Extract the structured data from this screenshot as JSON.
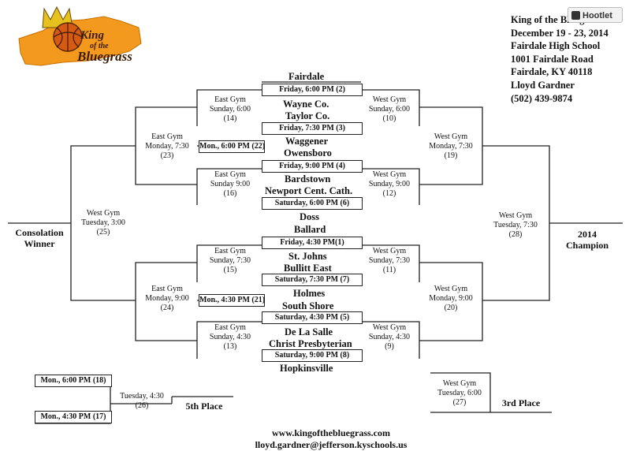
{
  "tournament": {
    "logo_text_line1": "King",
    "logo_text_line2": "of the",
    "logo_text_line3": "Bluegrass",
    "info_lines": [
      "King of the Bluegrass",
      "December 19 - 23, 2014",
      "Fairdale High School",
      "1001 Fairdale Road",
      "Fairdale, KY 40118",
      "Lloyd Gardner",
      "(502) 439-9874"
    ],
    "hootlet": "Hootlet"
  },
  "teams": {
    "fairdale": "Fairdale",
    "wayne": "Wayne Co.",
    "taylor": "Taylor Co.",
    "waggener": "Waggener",
    "owensboro": "Owensboro",
    "bardstown": "Bardstown",
    "newport": "Newport Cent. Cath.",
    "doss": "Doss",
    "ballard": "Ballard",
    "stjohns": "St. Johns",
    "bullitt": "Bullitt East",
    "holmes": "Holmes",
    "southshore": "South Shore",
    "delasalle": "De La Salle",
    "christ": "Christ Presbyterian",
    "hopkinsville": "Hopkinsville"
  },
  "slots": {
    "g2": "Friday, 6:00 PM (2)",
    "g3": "Friday, 7:30 PM (3)",
    "g22": "Mon., 6:00 PM (22)",
    "g4": "Friday, 9:00 PM (4)",
    "g6": "Saturday, 6:00 PM (6)",
    "g1": "Friday, 4:30 PM(1)",
    "g7": "Saturday, 7:30 PM (7)",
    "g21": "Mon., 4:30 PM (21)",
    "g5": "Saturday, 4:30 PM (5)",
    "g8": "Saturday, 9:00 PM (8)",
    "g18": "Mon., 6:00 PM (18)",
    "g17": "Mon., 4:30 PM (17)"
  },
  "games": {
    "g14": [
      "East Gym",
      "Sunday, 6:00",
      "(14)"
    ],
    "g10": [
      "West Gym",
      "Sunday, 6:00",
      "(10)"
    ],
    "g16": [
      "East Gym",
      "Sunday 9:00",
      "(16)"
    ],
    "g12": [
      "West Gym",
      "Sunday, 9:00",
      "(12)"
    ],
    "g23": [
      "East Gym",
      "Monday, 7:30",
      "(23)"
    ],
    "g19": [
      "West Gym",
      "Monday, 7:30",
      "(19)"
    ],
    "g15": [
      "East Gym",
      "Sunday, 7:30",
      "(15)"
    ],
    "g11": [
      "West Gym",
      "Sunday, 7:30",
      "(11)"
    ],
    "g13": [
      "East Gym",
      "Sunday, 4:30",
      "(13)"
    ],
    "g9": [
      "West Gym",
      "Sunday, 4:30",
      "(9)"
    ],
    "g24": [
      "East Gym",
      "Monday, 9:00",
      "(24)"
    ],
    "g20": [
      "West Gym",
      "Monday, 9:00",
      "(20)"
    ],
    "g25": [
      "West Gym",
      "Tuesday, 3:00",
      "(25)"
    ],
    "g28": [
      "West Gym",
      "Tuesday, 7:30",
      "(28)"
    ],
    "g26": [
      "Tuesday, 4:30",
      "(26)"
    ],
    "g27": [
      "West Gym",
      "Tuesday, 6:00",
      "(27)"
    ]
  },
  "results": {
    "consolation": [
      "Consolation",
      "Winner"
    ],
    "champion": [
      "2014",
      "Champion"
    ],
    "fifth": "5th Place",
    "third": "3rd Place"
  },
  "footer": {
    "website": "www.kingofthebluegrass.com",
    "email": "lloyd.gardner@jefferson.kyschools.us"
  },
  "colors": {
    "logo_orange": "#f39a1e",
    "line": "#222222"
  }
}
